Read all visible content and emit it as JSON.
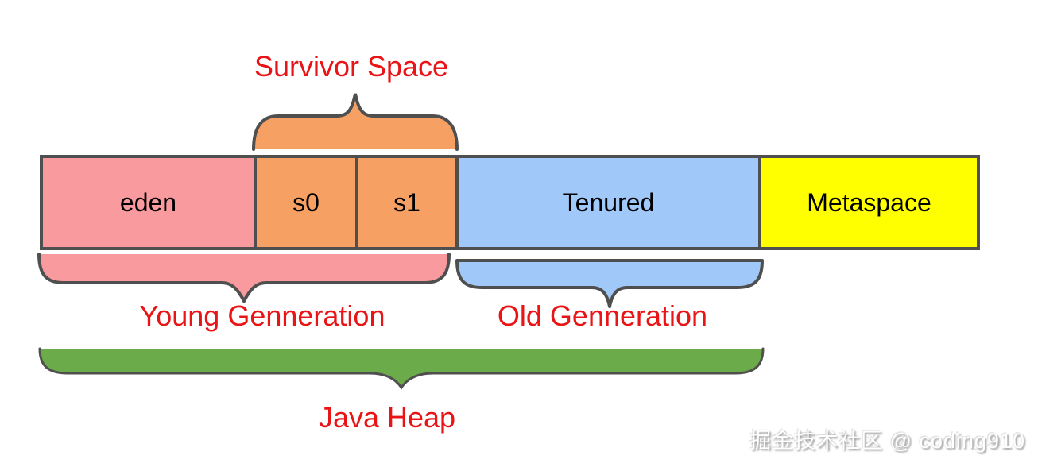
{
  "diagram": {
    "title_note": "JVM memory layout diagram",
    "memory_blocks": {
      "segments": [
        {
          "id": "eden",
          "label": "eden",
          "color": "#f99a9e"
        },
        {
          "id": "s0",
          "label": "s0",
          "color": "#f7a064"
        },
        {
          "id": "s1",
          "label": "s1",
          "color": "#f7a064"
        },
        {
          "id": "tenured",
          "label": "Tenured",
          "color": "#a0c8f8"
        },
        {
          "id": "metaspace",
          "label": "Metaspace",
          "color": "#ffff00"
        }
      ]
    },
    "labels": {
      "survivor_space": "Survivor Space",
      "young_generation": "Young Genneration",
      "old_generation": "Old Genneration",
      "java_heap": "Java Heap"
    },
    "colors": {
      "label_red": "#e81416",
      "outline_gray": "#4f4f4f",
      "brace_orange": "#f7a064",
      "brace_pink": "#f99a9e",
      "brace_blue": "#a0c8f8",
      "brace_green": "#6cab4a",
      "block_text": "#000000"
    },
    "watermark": "掘金技术社区 @ coding910"
  }
}
